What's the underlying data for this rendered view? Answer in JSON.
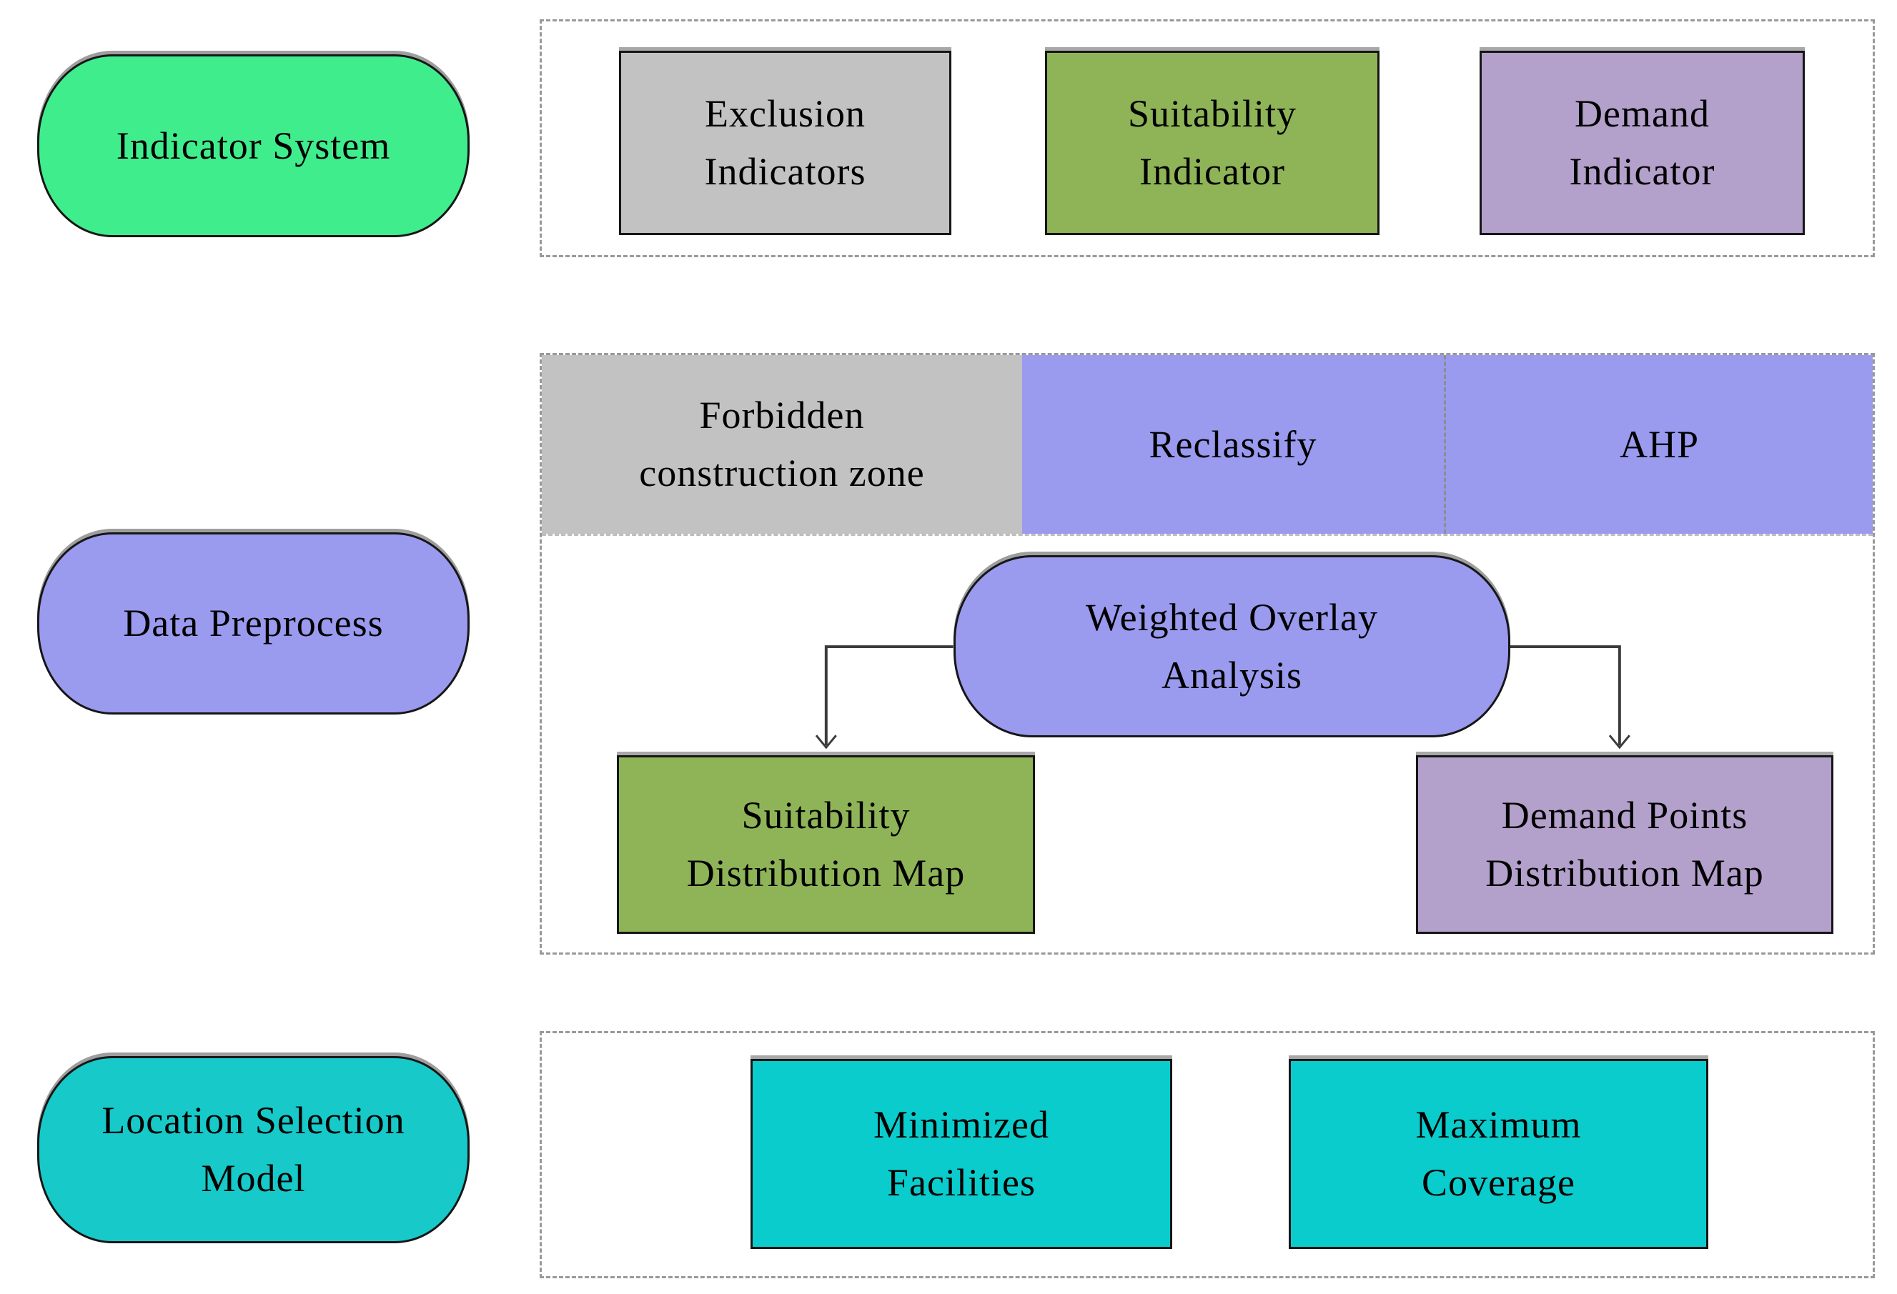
{
  "colors": {
    "indicator_system_green": "#40ED8D",
    "preprocess_periwinkle": "#9A9AEF",
    "location_cyan": "#17C9C9",
    "model_box_cyan": "#0ACCCC",
    "exclusion_gray": "#C2C2C2",
    "suitability_olive": "#8FB457",
    "demand_lavender": "#B3A0CB",
    "connector_line": "#3C3C3C",
    "dashed_border": "#999999"
  },
  "sections": {
    "indicator_system": {
      "label": "Indicator System",
      "exclusion": "Exclusion\nIndicators",
      "suitability": "Suitability\nIndicator",
      "demand": "Demand\nIndicator"
    },
    "data_preprocess": {
      "label": "Data Preprocess",
      "forbidden": "Forbidden\nconstruction zone",
      "reclassify": "Reclassify",
      "ahp": "AHP",
      "overlay": "Weighted Overlay\nAnalysis",
      "suitability_map": "Suitability\nDistribution Map",
      "demand_map": "Demand Points\nDistribution Map"
    },
    "location_model": {
      "label": "Location Selection\nModel",
      "minimized": "Minimized\nFacilities",
      "coverage": "Maximum\nCoverage"
    }
  }
}
